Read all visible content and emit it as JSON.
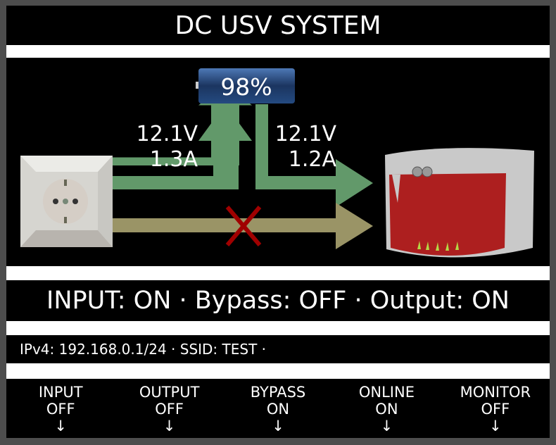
{
  "title": "DC USV SYSTEM",
  "battery": {
    "percent_label": "98%",
    "level": 98
  },
  "input_flow": {
    "voltage": "12.1V",
    "current": "1.3A"
  },
  "output_flow": {
    "voltage": "12.1V",
    "current": "1.2A"
  },
  "status_line": "INPUT: ON · Bypass: OFF · Output: ON",
  "info_line": "IPv4: 192.168.0.1/24 · SSID: TEST ·",
  "buttons": [
    {
      "label": "INPUT",
      "state": "OFF",
      "arrow": "↓"
    },
    {
      "label": "OUTPUT",
      "state": "OFF",
      "arrow": "↓"
    },
    {
      "label": "BYPASS",
      "state": "ON",
      "arrow": "↓"
    },
    {
      "label": "ONLINE",
      "state": "ON",
      "arrow": "↓"
    },
    {
      "label": "MONITOR",
      "state": "OFF",
      "arrow": "↓"
    }
  ],
  "colors": {
    "flow_active": "#62996a",
    "flow_bypass": "#9a9466",
    "blocked_x": "#a00000",
    "router_red": "#ad1f1f",
    "battery_blue": "#1f3f73"
  }
}
